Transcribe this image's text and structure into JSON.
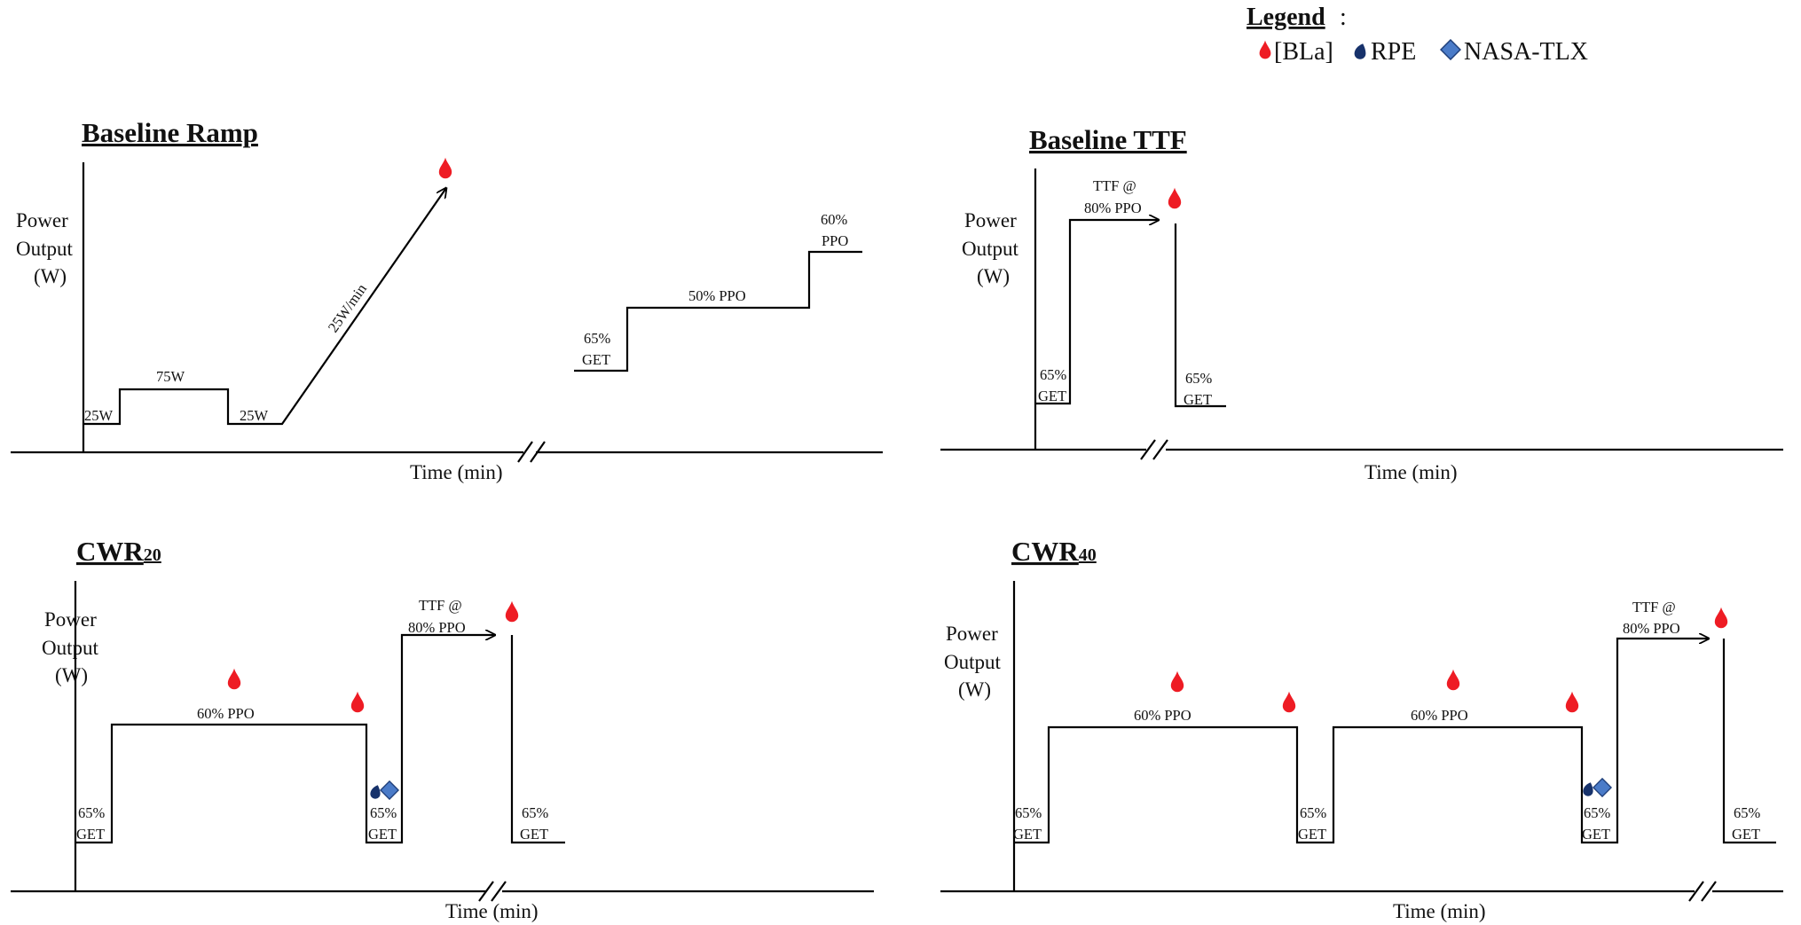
{
  "legend": {
    "title": "Legend",
    "title_suffix": ":",
    "items": [
      {
        "icon": "blood-drop-icon",
        "label": "[BLa]",
        "color": "#ee1c24"
      },
      {
        "icon": "sweat-drop-icon",
        "label": "RPE",
        "color": "#17326b"
      },
      {
        "icon": "diamond-icon",
        "label": "NASA-TLX",
        "color": "#4a7bc8"
      }
    ]
  },
  "panels": {
    "ramp": {
      "title": "Baseline Ramp",
      "y_label": [
        "Power",
        "Output",
        "(W)"
      ],
      "x_label": "Time (min)",
      "labels": {
        "w25a": "25W",
        "w75": "75W",
        "w25b": "25W",
        "ramp": "25W/min",
        "get1": "65%",
        "get2": "GET",
        "ppo50": "50% PPO",
        "ppo60a": "60%",
        "ppo60b": "PPO"
      }
    },
    "ttf": {
      "title": "Baseline TTF",
      "y_label": [
        "Power",
        "Output",
        "(W)"
      ],
      "x_label": "Time (min)",
      "labels": {
        "ttf1": "TTF @",
        "ttf2": "80% PPO",
        "get_a1": "65%",
        "get_a2": "GET",
        "get_b1": "65%",
        "get_b2": "GET"
      }
    },
    "cwr20": {
      "title_main": "CWR",
      "title_sub": "20",
      "y_label": [
        "Power",
        "Output",
        "(W)"
      ],
      "x_label": "Time (min)",
      "labels": {
        "ppo60": "60% PPO",
        "ttf1": "TTF @",
        "ttf2": "80% PPO",
        "get_a1": "65%",
        "get_a2": "GET",
        "get_b1": "65%",
        "get_b2": "GET",
        "get_c1": "65%",
        "get_c2": "GET"
      }
    },
    "cwr40": {
      "title_main": "CWR",
      "title_sub": "40",
      "y_label": [
        "Power",
        "Output",
        "(W)"
      ],
      "x_label": "Time (min)",
      "labels": {
        "ppo60a": "60% PPO",
        "ppo60b": "60% PPO",
        "ttf1": "TTF @",
        "ttf2": "80% PPO",
        "get_a1": "65%",
        "get_a2": "GET",
        "get_b1": "65%",
        "get_b2": "GET",
        "get_c1": "65%",
        "get_c2": "GET",
        "get_d1": "65%",
        "get_d2": "GET"
      }
    }
  }
}
